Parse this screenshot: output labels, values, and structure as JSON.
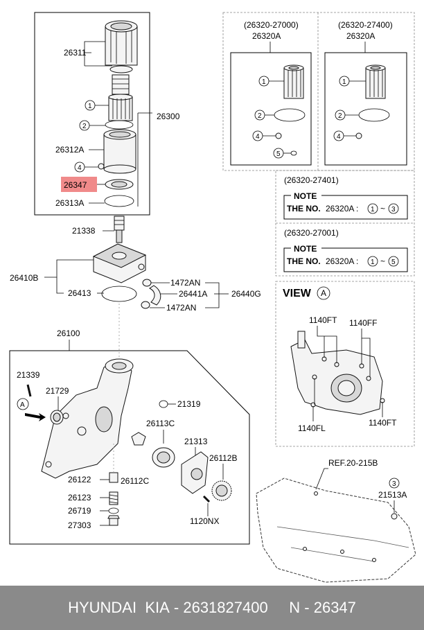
{
  "labels": {
    "p26311": "26311",
    "p26300": "26300",
    "p26312A": "26312A",
    "p26347": "26347",
    "p26313A": "26313A",
    "p21338": "21338",
    "p26410B": "26410B",
    "p26413": "26413",
    "p1472AN_top": "1472AN",
    "p26441A": "26441A",
    "p26440G": "26440G",
    "p1472AN_bot": "1472AN",
    "p26100": "26100",
    "p21339": "21339",
    "p21729": "21729",
    "p21319": "21319",
    "p26113C": "26113C",
    "p21313": "21313",
    "p26112B": "26112B",
    "p26122": "26122",
    "p26112C": "26112C",
    "p26123": "26123",
    "p26719": "26719",
    "p27303": "27303",
    "p1120NX": "1120NX",
    "ref": "REF.20-215B",
    "p21513A": "21513A",
    "ref_circle": "3",
    "arrow_letter": "A"
  },
  "kits": {
    "left_code": "(26320-27000)",
    "left_name": "26320A",
    "right_code": "(26320-27400)",
    "right_name": "26320A",
    "circles": [
      "1",
      "2",
      "4",
      "5"
    ]
  },
  "notes": {
    "code1": "(26320-27401)",
    "code2": "(26320-27001)",
    "title": "NOTE",
    "prefix_bold": "THE NO.",
    "prefix_rest": "26320A :",
    "range1_start": "1",
    "range1_end": "3",
    "range2_start": "1",
    "range2_end": "5",
    "tilde": "~"
  },
  "view": {
    "title": "VIEW",
    "letter": "A",
    "b1": "1140FT",
    "b2": "1140FF",
    "b3": "1140FL",
    "b4": "1140FT"
  },
  "footer": {
    "brand": "HYUNDAI  KIA",
    "sep": " - ",
    "part_number": "2631827400",
    "n_label": "N",
    "n_value": "26347"
  },
  "colors": {
    "highlight": "#f08a8a",
    "footer_bg": "#8a8a8a"
  }
}
